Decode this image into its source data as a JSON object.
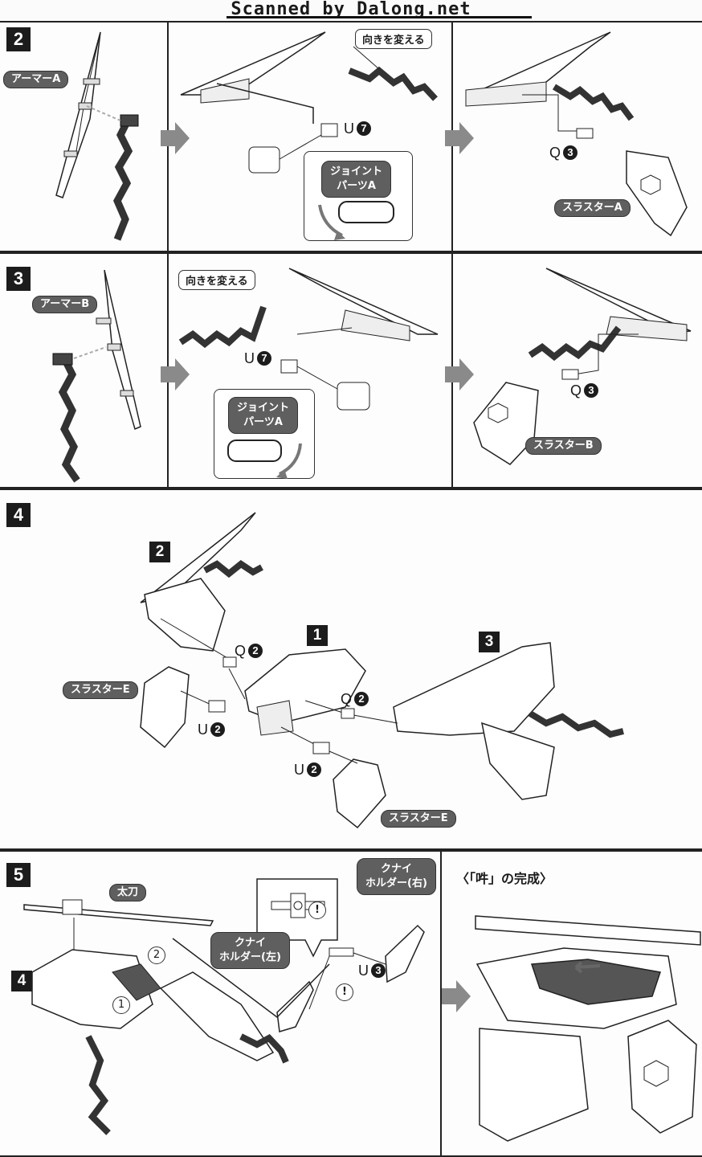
{
  "header": {
    "title": "Scanned by Dalong.net"
  },
  "steps": {
    "s2": {
      "num": "2",
      "armor": "アーマーA",
      "turn": "向きを変える",
      "part_u": "U",
      "part_u_num": "7",
      "joint": "ジョイント\nパーツA",
      "joint_l1": "ジョイント",
      "joint_l2": "パーツA",
      "part_q": "Q",
      "part_q_num": "3",
      "thruster": "スラスターA"
    },
    "s3": {
      "num": "3",
      "armor": "アーマーB",
      "turn": "向きを変える",
      "part_u": "U",
      "part_u_num": "7",
      "joint_l1": "ジョイント",
      "joint_l2": "パーツA",
      "part_q": "Q",
      "part_q_num": "3",
      "thruster": "スラスターB"
    },
    "s4": {
      "num": "4",
      "ref2": "2",
      "ref1": "1",
      "ref3": "3",
      "q_a": "Q",
      "q_a_num": "2",
      "q_b": "Q",
      "q_b_num": "2",
      "u_a": "U",
      "u_a_num": "2",
      "u_b": "U",
      "u_b_num": "2",
      "thruster_left": "スラスターE",
      "thruster_right": "スラスターE"
    },
    "s5": {
      "num": "5",
      "ref4": "4",
      "tachi": "太刀",
      "holder_right_l1": "クナイ",
      "holder_right_l2": "ホルダー(右)",
      "holder_left_l1": "クナイ",
      "holder_left_l2": "ホルダー(左)",
      "part_u": "U",
      "part_u_num": "3",
      "c1": "1",
      "c2": "2",
      "caution": "!"
    },
    "complete": {
      "title": "〈「吽」の完成〉"
    }
  },
  "colors": {
    "ink": "#1c1c1c",
    "pill": "#5f5f5f",
    "arrow": "#8a8a8a",
    "accent_dark": "#555555"
  }
}
